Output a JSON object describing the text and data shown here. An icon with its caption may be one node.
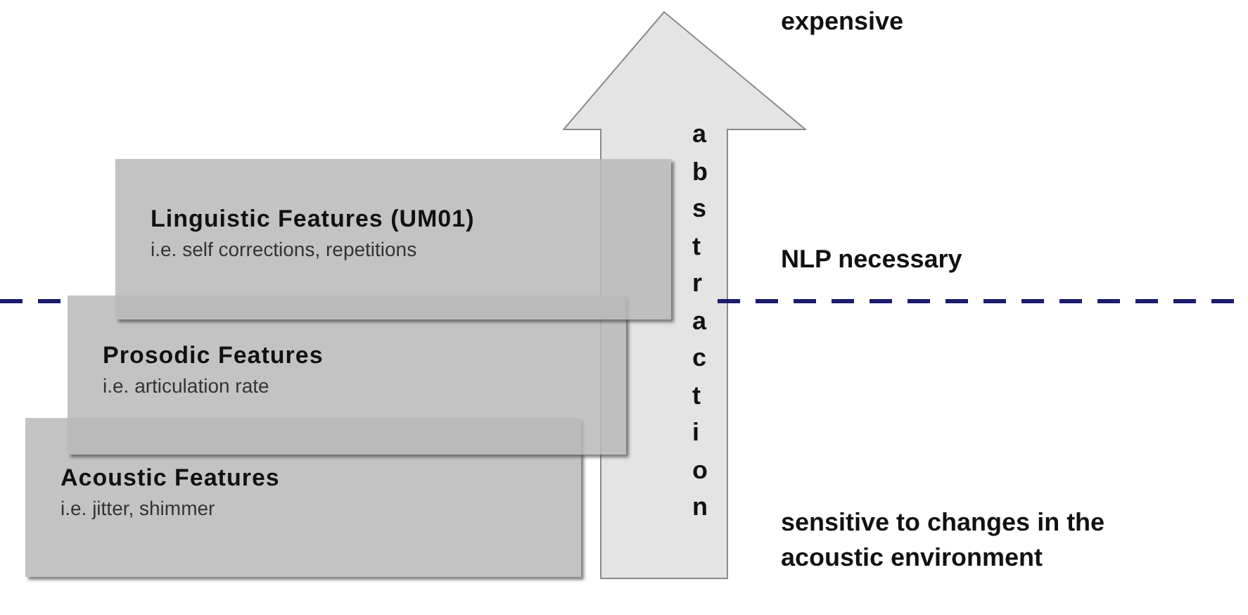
{
  "diagram": {
    "nodes": [
      {
        "text": [
          "Acoustic Features",
          "i.e. jitter, shimmer"
        ]
      },
      {
        "text": [
          "Prosodic Features",
          "i.e. articulation rate"
        ]
      },
      {
        "text": [
          "Linguistic Features (UM01)",
          "i.e. self corrections, repetitions"
        ]
      },
      {
        "text": [
          "abstraction"
        ]
      }
    ],
    "labels": [
      "expensive",
      "NLP necessary",
      "sensitive to changes in the acoustic environment"
    ]
  }
}
